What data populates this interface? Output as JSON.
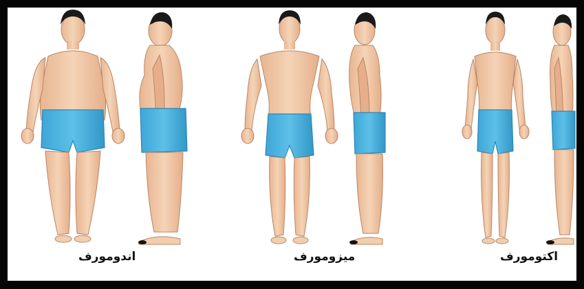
{
  "image": {
    "description_colors": {
      "frame": "#050505",
      "background": "#ffffff",
      "skin": "#f1cfae",
      "skin_shadow": "#e3a985",
      "shorts": "#4fb2de",
      "shorts_dark": "#2d86b4",
      "hair": "#1a1a1a"
    }
  },
  "captions": {
    "endomorph": "اندومورف",
    "mesomorph": "میزومورف",
    "ectomorph": "اکتومورف"
  }
}
